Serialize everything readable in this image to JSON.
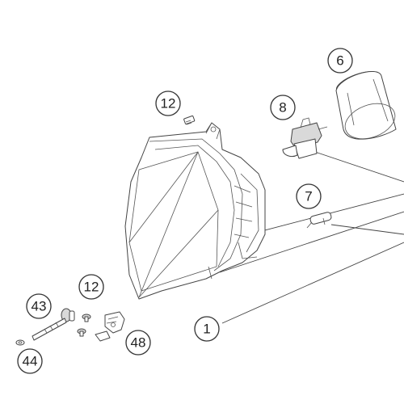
{
  "callouts": {
    "headlight": "1",
    "lamp_ring": "6",
    "main_bulb": "8",
    "screw_top": "12",
    "screw_bottom": "12",
    "parking_bulb": "7",
    "bolt": "43",
    "washer": "44",
    "bracket": "48"
  }
}
